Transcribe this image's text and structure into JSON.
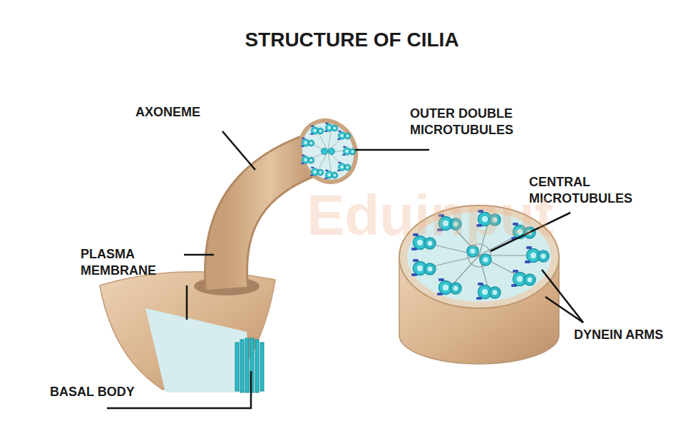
{
  "diagram": {
    "title": "STRUCTURE OF CILIA",
    "labels": [
      "AXONEME",
      "OUTER DOUBLE MICROTUBULES",
      "CENTRAL MICROTUBULES",
      "PLASMA MEMBRANE",
      "DYNEIN ARMS",
      "BASAL BODY",
      "Eduinput"
    ]
  }
}
